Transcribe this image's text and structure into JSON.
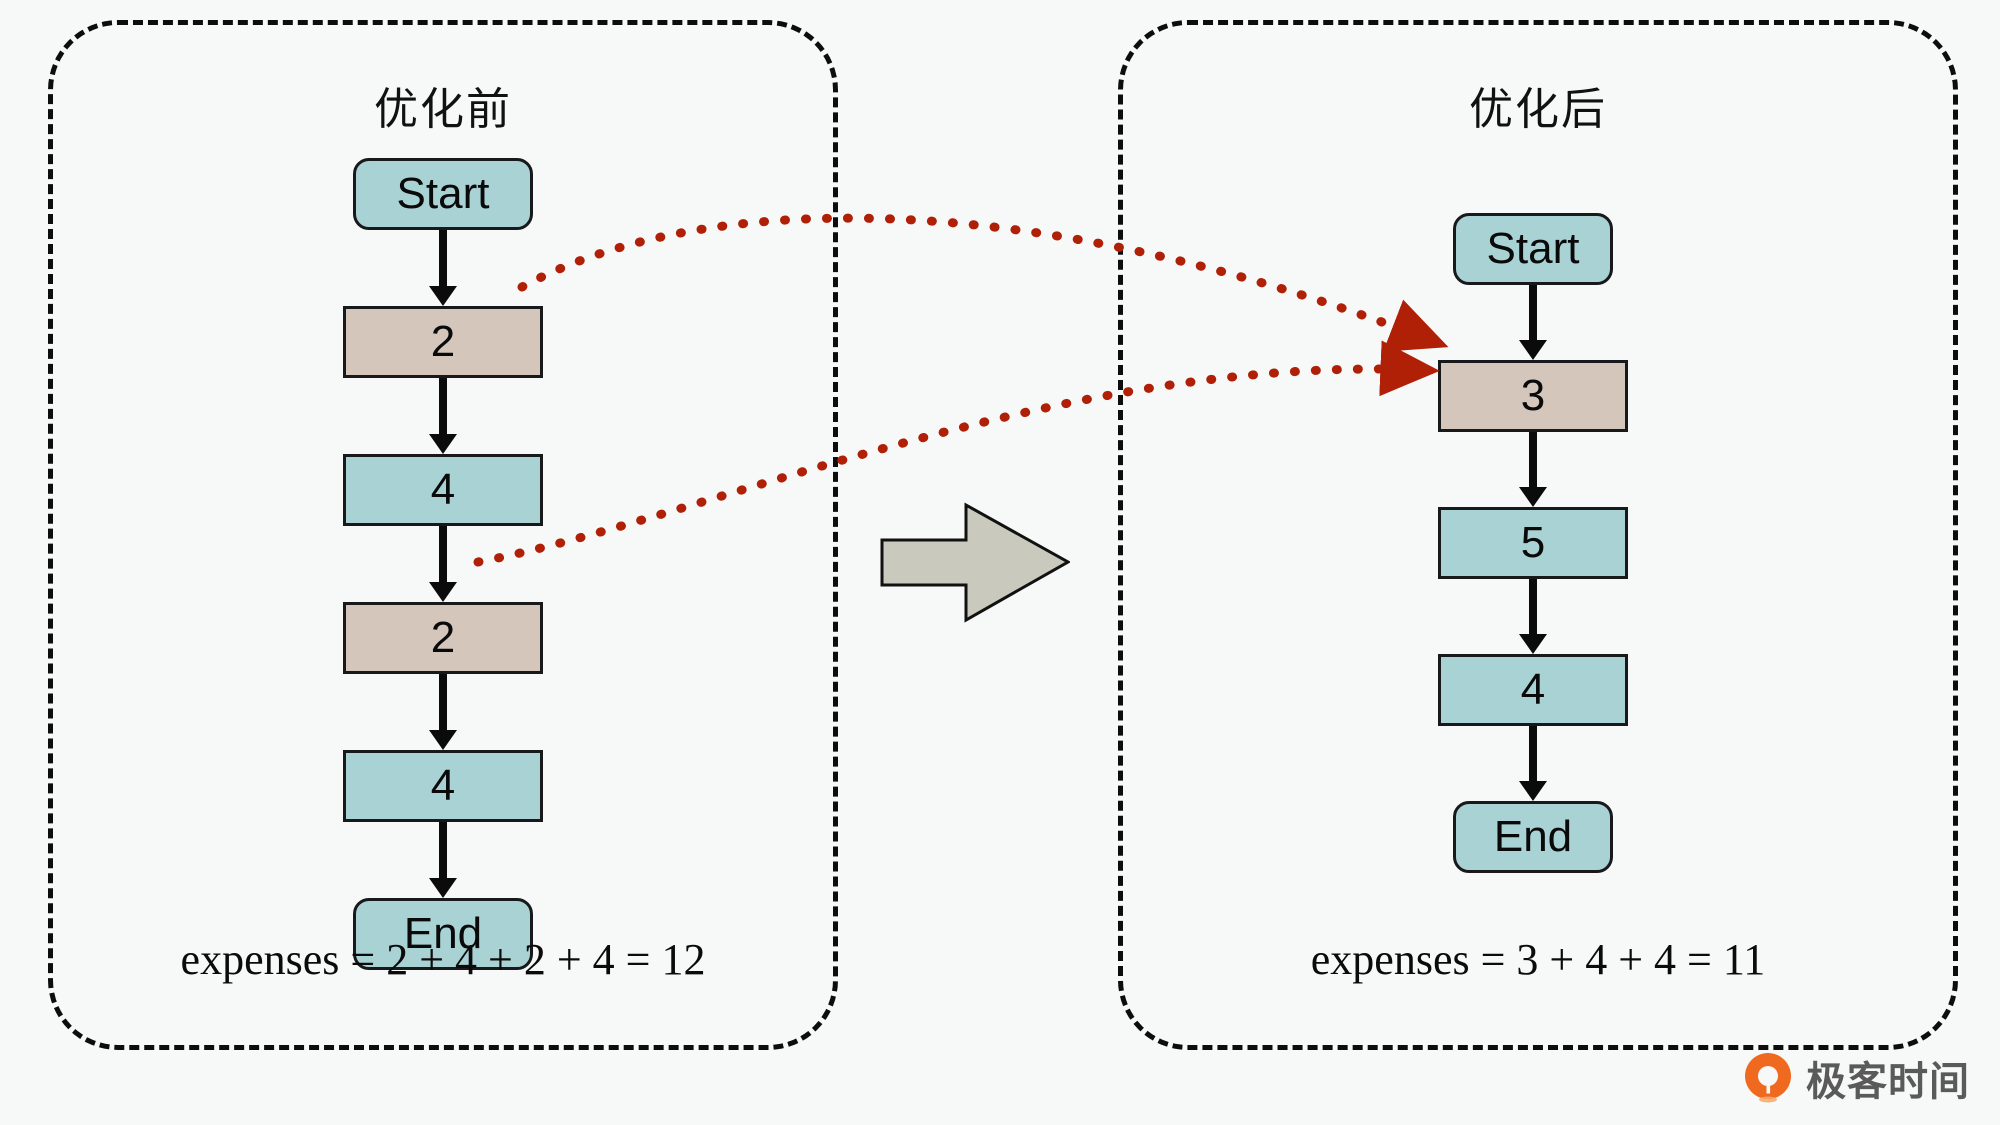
{
  "panels": [
    {
      "id": "before",
      "title": "优化前",
      "expenses": "expenses = 2 + 4 + 2 + 4 = 12",
      "nodes": [
        {
          "label": "Start",
          "shape": "rounded",
          "color": "teal"
        },
        {
          "label": "2",
          "shape": "rect",
          "color": "tan"
        },
        {
          "label": "4",
          "shape": "rect",
          "color": "teal"
        },
        {
          "label": "2",
          "shape": "rect",
          "color": "tan"
        },
        {
          "label": "4",
          "shape": "rect",
          "color": "teal"
        },
        {
          "label": "End",
          "shape": "rounded",
          "color": "teal"
        }
      ]
    },
    {
      "id": "after",
      "title": "优化后",
      "expenses": "expenses = 3 + 4 + 4 = 11",
      "nodes": [
        {
          "label": "Start",
          "shape": "rounded",
          "color": "teal"
        },
        {
          "label": "3",
          "shape": "rect",
          "color": "tan"
        },
        {
          "label": "5",
          "shape": "rect",
          "color": "teal"
        },
        {
          "label": "4",
          "shape": "rect",
          "color": "teal"
        },
        {
          "label": "End",
          "shape": "rounded",
          "color": "teal"
        }
      ]
    }
  ],
  "transition": {
    "icon": "right-block-arrow",
    "fill": "#c9c9bd",
    "stroke": "#111111"
  },
  "mappings": [
    {
      "from": "before.node.2a",
      "to": "after.node.3",
      "style": "dotted",
      "color": "#b02007"
    },
    {
      "from": "before.node.2b",
      "to": "after.node.3",
      "style": "dotted",
      "color": "#b02007"
    }
  ],
  "colors": {
    "background": "#f7f9f8",
    "teal": "#a9d2d5",
    "tan": "#d5c6bc",
    "outline": "#17191a",
    "red": "#b02007",
    "logo_orange": "#ef6a1e",
    "logo_text": "#5a5a5a"
  },
  "logo": {
    "text": "极客时间",
    "icon": "geektime-mark"
  }
}
